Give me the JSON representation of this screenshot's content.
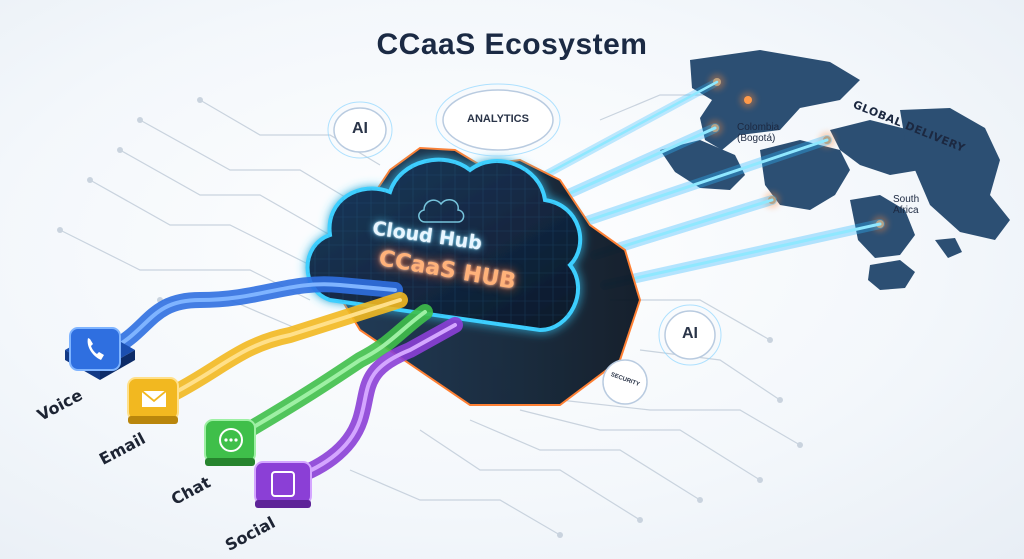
{
  "title": "CCaaS Ecosystem",
  "hub": {
    "line1": "Cloud Hub",
    "line2": "CCaaS HUB"
  },
  "badges": {
    "ai_top": "AI",
    "analytics": "ANALYTICS",
    "ai_right": "AI",
    "security": "SECURITY"
  },
  "channels": [
    {
      "label": "Voice",
      "icon": "phone-icon",
      "color": "#2f6fe0"
    },
    {
      "label": "Email",
      "icon": "envelope-icon",
      "color": "#f2b820"
    },
    {
      "label": "Chat",
      "icon": "chat-bubble-icon",
      "color": "#3fbf4a"
    },
    {
      "label": "Social",
      "icon": "mobile-device-icon",
      "color": "#8b3fd6"
    }
  ],
  "map": {
    "heading": "GLOBAL DELIVERY",
    "locations": [
      {
        "label": "Colombia\n(Bogotá)"
      },
      {
        "label": "South\nAfrica"
      }
    ]
  },
  "colors": {
    "title": "#1b2a44",
    "hub_glow": "#3ccfff",
    "hub_orange": "#ff7a2a",
    "map": "#2c4f73",
    "circuit": "#c9d3de"
  }
}
